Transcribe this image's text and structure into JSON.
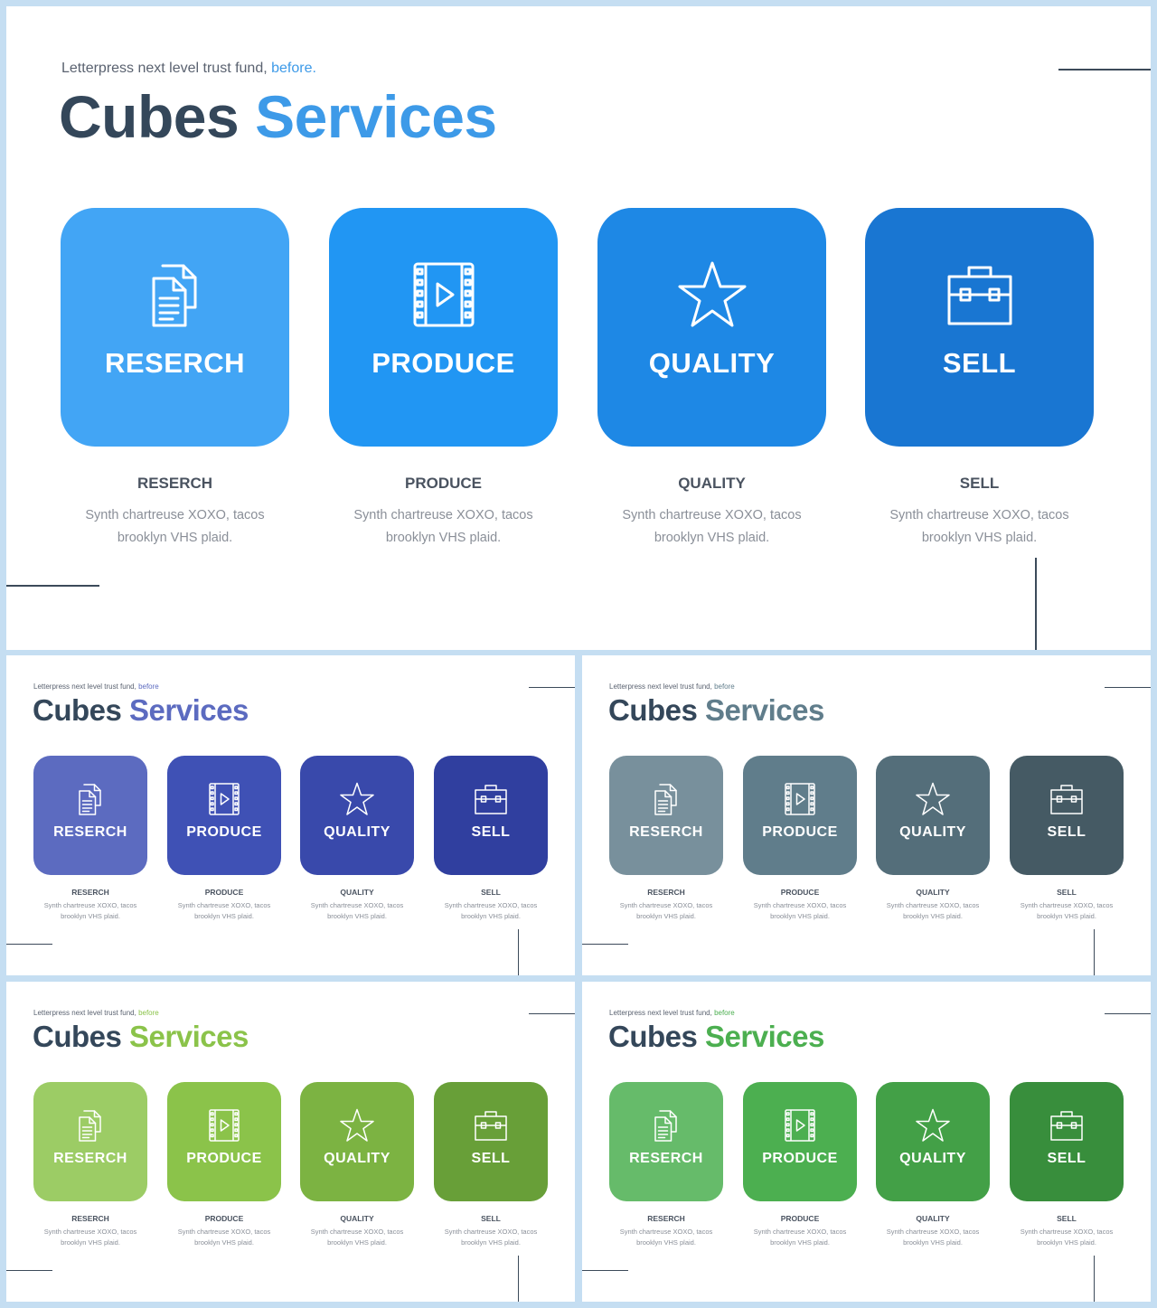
{
  "subtitle": {
    "text": "Letterpress next level trust fund, ",
    "accent": "before."
  },
  "small_subtitle": {
    "text": "Letterpress next level trust fund, ",
    "accent": "before"
  },
  "title": {
    "part1": "Cubes",
    "part2": "Services"
  },
  "cubes": [
    {
      "label": "RESERCH",
      "icon": "documents-icon",
      "caption_title": "RESERCH",
      "desc_line1": "Synth chartreuse XOXO, tacos",
      "desc_line2": "brooklyn VHS plaid."
    },
    {
      "label": "PRODUCE",
      "icon": "film-play-icon",
      "caption_title": "PRODUCE",
      "desc_line1": "Synth chartreuse XOXO, tacos",
      "desc_line2": "brooklyn VHS plaid."
    },
    {
      "label": "QUALITY",
      "icon": "star-icon",
      "caption_title": "QUALITY",
      "desc_line1": "Synth chartreuse XOXO, tacos",
      "desc_line2": "brooklyn VHS plaid."
    },
    {
      "label": "SELL",
      "icon": "toolbox-icon",
      "caption_title": "SELL",
      "desc_line1": "Synth chartreuse XOXO, tacos",
      "desc_line2": "brooklyn VHS plaid."
    }
  ],
  "themes": [
    {
      "accent": "#3d9ae8",
      "cube_colors": [
        "#42a5f5",
        "#2196f3",
        "#1e88e5",
        "#1976d2"
      ]
    },
    {
      "accent": "#5c6bc0",
      "cube_colors": [
        "#5c6bc0",
        "#3f51b5",
        "#3949ab",
        "#303f9f"
      ]
    },
    {
      "accent": "#607d8b",
      "cube_colors": [
        "#78909c",
        "#607d8b",
        "#546e7a",
        "#455a64"
      ]
    },
    {
      "accent": "#8bc34a",
      "cube_colors": [
        "#9ccc65",
        "#8bc34a",
        "#7cb342",
        "#689f38"
      ]
    },
    {
      "accent": "#4caf50",
      "cube_colors": [
        "#66bb6a",
        "#4caf50",
        "#43a047",
        "#388e3c"
      ]
    }
  ]
}
